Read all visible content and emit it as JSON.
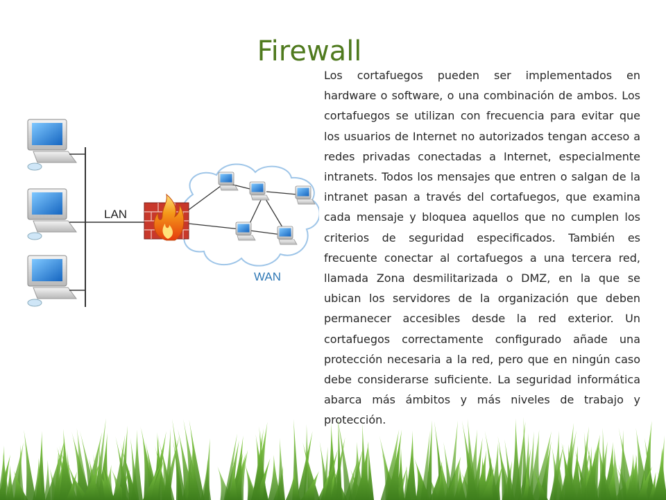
{
  "slide": {
    "title": "Firewall",
    "body": "Los cortafuegos pueden ser implementados en hardware o software, o una combinación de ambos. Los cortafuegos se utilizan con frecuencia para evitar que los usuarios de Internet no autorizados tengan acceso a redes privadas conectadas a Internet, especialmente intranets. Todos los mensajes que entren o salgan de la intranet pasan a través del cortafuegos, que examina cada mensaje y bloquea aquellos que no cumplen los criterios de seguridad especificados. También es frecuente conectar al cortafuegos a una tercera red, llamada Zona desmilitarizada o DMZ, en la que se ubican los servidores de la organización que deben permanecer accesibles desde la red exterior. Un cortafuegos correctamente configurado añade una protección necesaria a la red, pero que en ningún caso debe considerarse suficiente. La seguridad informática abarca más ámbitos y más niveles de trabajo y protección."
  },
  "diagram": {
    "lan_label": "LAN",
    "wan_label": "WAN",
    "lan_computers": [
      "pc",
      "pc",
      "pc"
    ],
    "wan_nodes": [
      "pc",
      "pc",
      "pc",
      "pc",
      "pc"
    ],
    "colors": {
      "title": "#4f7a1e",
      "cloud_stroke": "#9ec5e8",
      "wan_text": "#2f78b5",
      "brick": "#c8382b",
      "flame": "#f49a1a",
      "grass": "#5aa02c"
    },
    "icons": [
      "computer-icon",
      "firewall-icon",
      "cloud-icon"
    ]
  }
}
